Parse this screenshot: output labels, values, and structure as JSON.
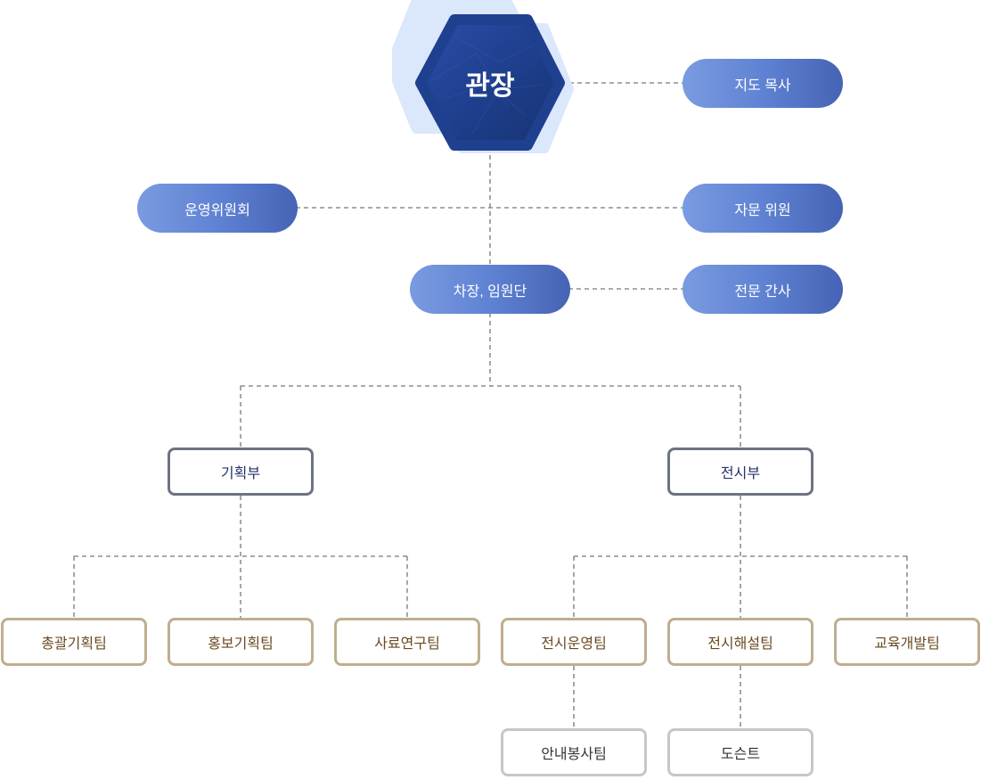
{
  "director": "관장",
  "advisor_pastor": "지도 목사",
  "steering_committee": "운영위원회",
  "advisory_member": "자문 위원",
  "deputy_executives": "차장, 임원단",
  "expert_secretary": "전문 간사",
  "departments": [
    {
      "name": "기획부",
      "teams": [
        "총괄기획팀",
        "홍보기획팀",
        "사료연구팀"
      ]
    },
    {
      "name": "전시부",
      "teams": [
        "전시운영팀",
        "전시해설팀",
        "교육개발팀"
      ]
    }
  ],
  "sub_teams": [
    "안내봉사팀",
    "도슨트"
  ],
  "colors": {
    "director_fill": "#1f3f8f",
    "director_halo": "#dbe7fb",
    "pill_gradient_start": "#7a9be0",
    "pill_gradient_end": "#4663b4",
    "dept_border": "#6d7384",
    "team_border": "#bfae8f",
    "sub_border": "#c5c7ca",
    "connector": "#777777"
  }
}
